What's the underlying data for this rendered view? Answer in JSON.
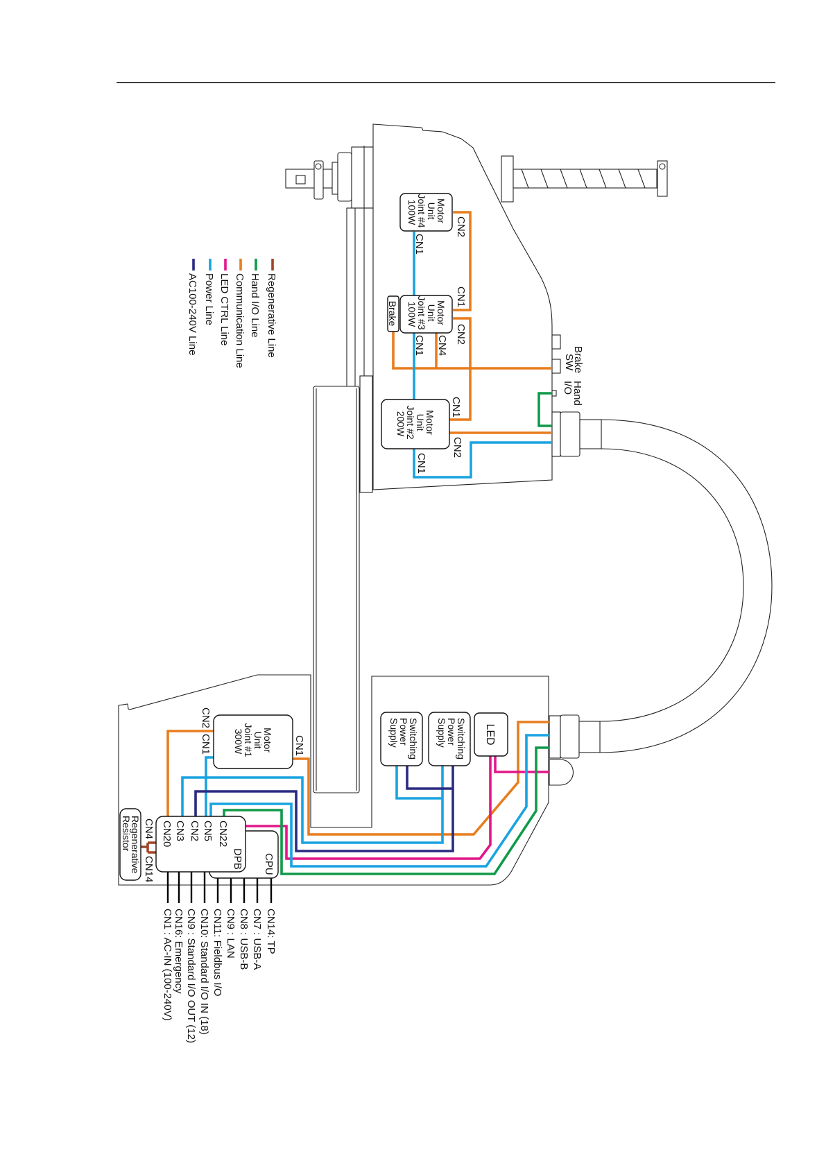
{
  "legend": [
    {
      "label": "Regenerative  Line",
      "color": "#a0452a"
    },
    {
      "label": "Hand I/O  Line",
      "color": "#0f9a4a"
    },
    {
      "label": "Communication Line",
      "color": "#e87d1e"
    },
    {
      "label": "LED CTRL  Line",
      "color": "#e2168a"
    },
    {
      "label": "Power Line",
      "color": "#19a3e0"
    },
    {
      "label": "AC100-240V Line",
      "color": "#2a2a82"
    }
  ],
  "arm": {
    "joint4": {
      "lines": [
        "Motor",
        "Unit",
        "Joint #4",
        "100W"
      ],
      "cn2": "CN2",
      "cn1": "CN1"
    },
    "joint3": {
      "lines": [
        "Motor",
        "Unit",
        "Joint #3",
        "100W"
      ],
      "cn1_top": "CN1",
      "cn2": "CN2",
      "cn4": "CN4",
      "cn1_bottom": "CN1",
      "brake": "Brake"
    },
    "joint2": {
      "lines": [
        "Motor",
        "Unit",
        "Joint #2",
        "200W"
      ],
      "cn1_top": "CN1",
      "cn2": "CN2",
      "cn1_bottom": "CN1"
    },
    "brake_sw": [
      "Brake",
      "SW"
    ],
    "hand_io": [
      "Hand",
      "I/O"
    ]
  },
  "base": {
    "joint1": {
      "lines": [
        "Motor",
        "Unit",
        "Joint #1",
        "300W"
      ],
      "cn2": "CN2",
      "cn1_left": "CN1",
      "cn1_right": "CN1"
    },
    "led": "LED",
    "sps": [
      "Switching",
      "Power",
      "Supply"
    ],
    "dpb": {
      "label": "DPB",
      "connectors": [
        "CN20",
        "CN3",
        "CN2",
        "CN5",
        "CN22"
      ]
    },
    "cpu": "CPU",
    "cn4": "CN4",
    "cn14": "CN14",
    "regen_resistor": [
      "Regenerative",
      "Resistor"
    ]
  },
  "connector_list": [
    "CN1  : AC-IN (100-240V)",
    "CN16: Emergency",
    "CN9  : Standard I/O OUT (12)",
    "CN10: Standard I/O IN (18)",
    "CN11: Fieldbus I/O",
    "CN9  : LAN",
    "CN8  : USB-B",
    "CN7  : USB-A",
    "CN14: TP"
  ]
}
